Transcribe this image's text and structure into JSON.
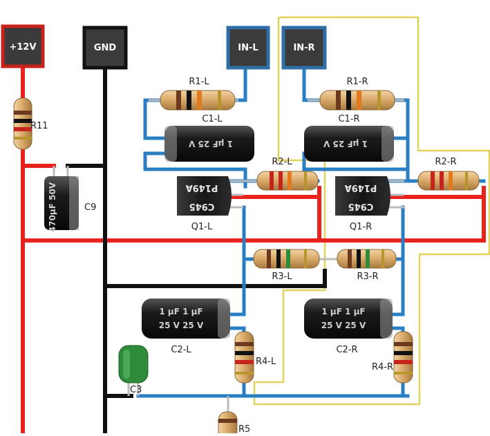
{
  "terminals": {
    "vcc": "+12V",
    "gnd": "GND",
    "in_l": "IN-L",
    "in_r": "IN-R"
  },
  "labels": {
    "r11": "R11",
    "c9": "C9",
    "c3": "C3",
    "r5": "R5",
    "r1_l": "R1-L",
    "r1_r": "R1-R",
    "c1_l": "C1-L",
    "c1_r": "C1-R",
    "r2_l": "R2-L",
    "r2_r": "R2-R",
    "q1_l": "Q1-L",
    "q1_r": "Q1-R",
    "r3_l": "R3-L",
    "r3_r": "R3-R",
    "c2_l": "C2-L",
    "c2_r": "C2-R",
    "r4_l": "R4-L",
    "r4_r": "R4-R"
  },
  "markings": {
    "c1_l": "1 μF  25 V",
    "c1_r": "1 μF  25 V",
    "c2_l_top": "1 μF  1 μF",
    "c2_l_bottom": "25 V  25 V",
    "c2_r_top": "1 μF  1 μF",
    "c2_r_bottom": "25 V  25 V",
    "c9": "470μF 50V",
    "q1_l_top": "P149A",
    "q1_l_bottom": "C945",
    "q1_r_top": "P149A",
    "q1_r_bottom": "C945"
  },
  "colors": {
    "vcc_wire": "#e8221c",
    "gnd_wire": "#111111",
    "signal_wire": "#2a7fc4",
    "highlight": "#e3d25a",
    "terminal_blue": "#2f6fa7",
    "terminal_red": "#c8201b",
    "terminal_fill": "#3b3b3b",
    "resistor_body": "#d9b07a",
    "capacitor_body": "#1d1d1d",
    "ceramic_cap": "#2e8b3a"
  }
}
